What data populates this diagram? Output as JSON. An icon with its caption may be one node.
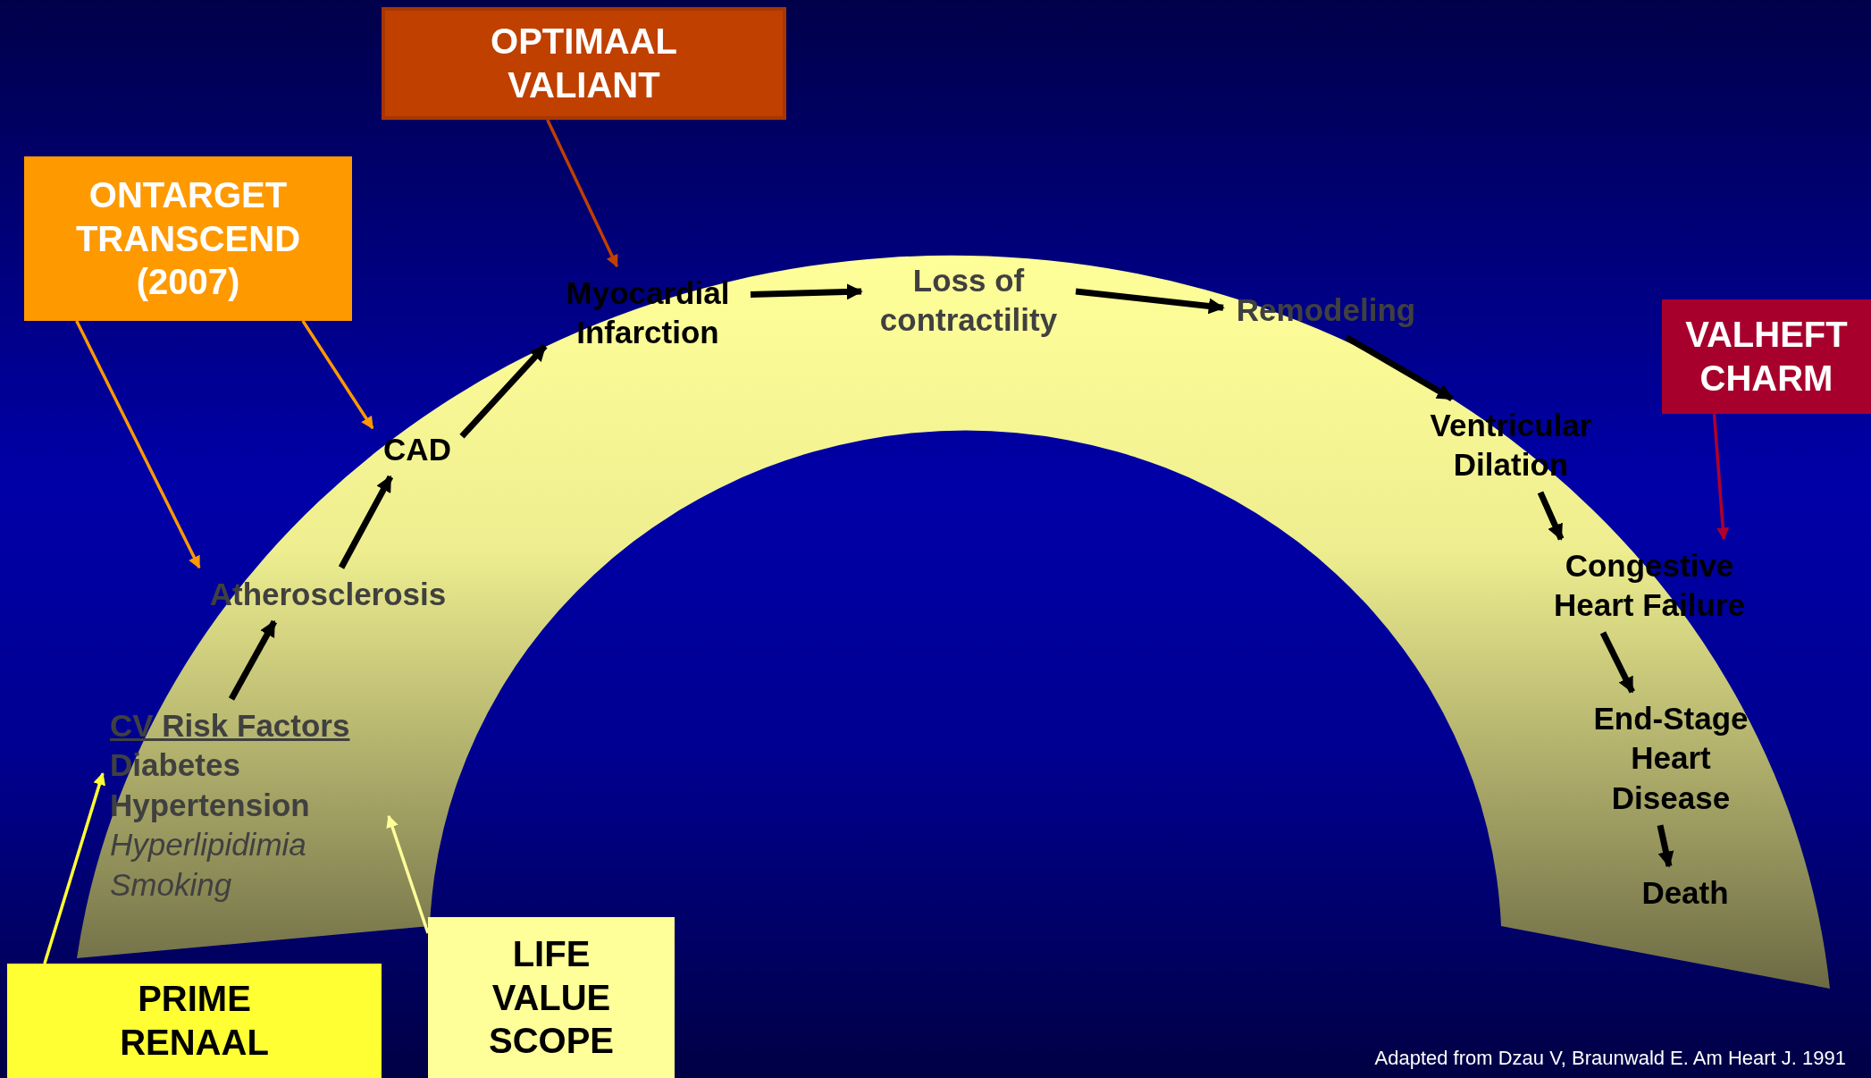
{
  "diagram": {
    "caption": "Adapted from Dzau V, Braunwald E. Am Heart J. 1991",
    "nodes": [
      {
        "text": [
          "ONTARGET TRANSCEND (2007)"
        ]
      },
      {
        "text": [
          "OPTIMAAL VALIANT"
        ]
      },
      {
        "text": [
          "VALHEFT CHARM"
        ]
      },
      {
        "text": [
          "PRIME RENAAL"
        ]
      },
      {
        "text": [
          "LIFE VALUE SCOPE"
        ]
      },
      {
        "text": [
          "CV Risk Factors",
          "Diabetes",
          "Hypertension",
          "Hyperlipidimia",
          "Smoking"
        ]
      },
      {
        "text": [
          "Atherosclerosis"
        ]
      },
      {
        "text": [
          "CAD"
        ]
      },
      {
        "text": [
          "Myocardial Infarction"
        ]
      },
      {
        "text": [
          "Loss of contractility"
        ]
      },
      {
        "text": [
          "Remodeling"
        ]
      },
      {
        "text": [
          "Ventricular Dilation"
        ]
      },
      {
        "text": [
          "Congestive Heart Failure"
        ]
      },
      {
        "text": [
          "End-Stage Heart Disease"
        ]
      },
      {
        "text": [
          "Death"
        ]
      }
    ],
    "edges": [
      {
        "from": 5,
        "to": 6,
        "arrow": "to"
      },
      {
        "from": 6,
        "to": 7,
        "arrow": "to"
      },
      {
        "from": 7,
        "to": 8,
        "arrow": "to"
      },
      {
        "from": 8,
        "to": 9,
        "arrow": "to"
      },
      {
        "from": 9,
        "to": 10,
        "arrow": "to"
      },
      {
        "from": 10,
        "to": 11,
        "arrow": "to"
      },
      {
        "from": 11,
        "to": 12,
        "arrow": "to"
      },
      {
        "from": 12,
        "to": 13,
        "arrow": "to"
      },
      {
        "from": 13,
        "to": 14,
        "arrow": "to"
      },
      {
        "from": 0,
        "to": 6,
        "arrow": "to",
        "color": "#ff9900"
      },
      {
        "from": 0,
        "to": 7,
        "arrow": "to",
        "color": "#ff9900"
      },
      {
        "from": 1,
        "to": 8,
        "arrow": "to",
        "color": "#c04000"
      },
      {
        "from": 2,
        "to": 12,
        "arrow": "to",
        "color": "#b0002a"
      },
      {
        "from": 3,
        "to": 5,
        "arrow": "to",
        "color": "#ffff33"
      },
      {
        "from": 4,
        "to": 5,
        "arrow": "to",
        "color": "#ffff99"
      }
    ]
  }
}
